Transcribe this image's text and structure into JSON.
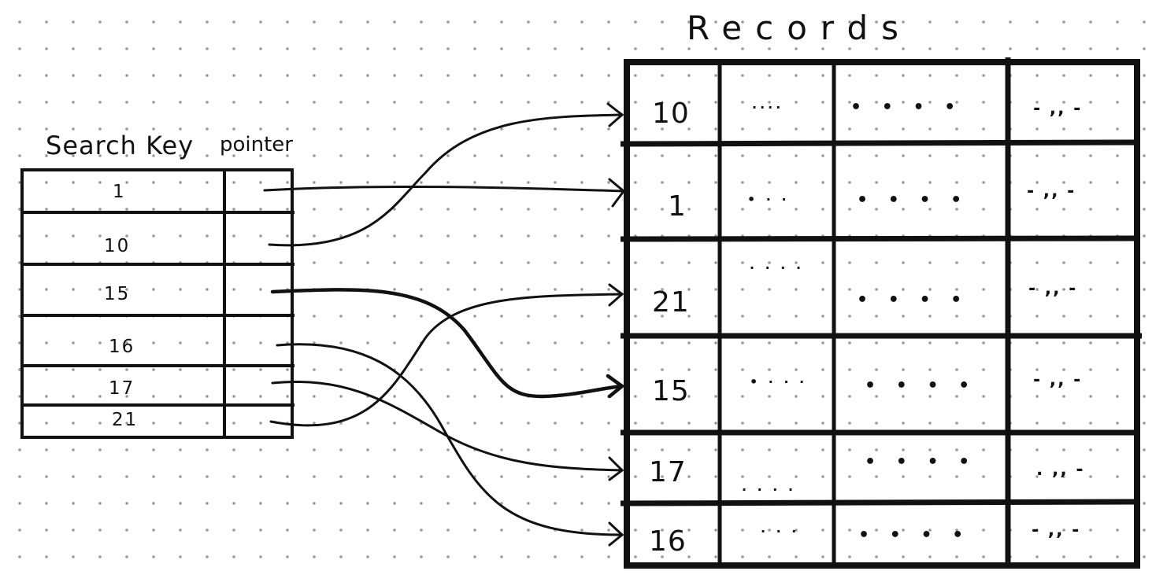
{
  "title": "Records",
  "index": {
    "headers": {
      "key": "Search Key",
      "pointer": "pointer"
    },
    "keys": [
      "1",
      "10",
      "15",
      "16",
      "17",
      "21"
    ]
  },
  "records": {
    "rows": [
      {
        "key": "10",
        "f1": "....",
        "f2": "• • • •",
        "f3": "- ,, -"
      },
      {
        "key": "1",
        "f1": "• · ·",
        "f2": "• • • •",
        "f3": "- ,, -"
      },
      {
        "key": "21",
        "f1": "· · · ·",
        "f2": "• • • •",
        "f3": "- ,, -"
      },
      {
        "key": "15",
        "f1": "• · · ·",
        "f2": "• • • •",
        "f3": "- ,, -"
      },
      {
        "key": "17",
        "f1": ". . . .",
        "f2": "• • • •",
        "f3": ". ,, -"
      },
      {
        "key": "16",
        "f1": "· · ·",
        "f2": "• • • •",
        "f3": "- ,, -"
      }
    ]
  },
  "pointers": [
    {
      "from": "1",
      "to": "1"
    },
    {
      "from": "10",
      "to": "10"
    },
    {
      "from": "15",
      "to": "15"
    },
    {
      "from": "16",
      "to": "16"
    },
    {
      "from": "17",
      "to": "17"
    },
    {
      "from": "21",
      "to": "21"
    }
  ]
}
